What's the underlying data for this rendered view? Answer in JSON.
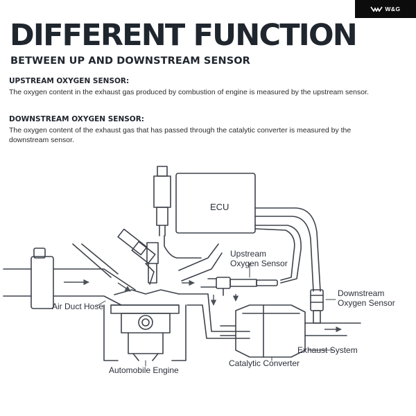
{
  "brand": {
    "logo": "W&G"
  },
  "header": {
    "title": "DIFFERENT FUNCTION",
    "subtitle": "BETWEEN UP AND DOWNSTREAM SENSOR"
  },
  "sections": [
    {
      "heading": "UPSTREAM OXYGEN SENSOR:",
      "body": "The oxygen content in the exhaust gas produced by combustion of engine is measured by the upstream sensor."
    },
    {
      "heading": "DOWNSTREAM OXYGEN SENSOR:",
      "body": "The oxygen content of the exhaust gas that has passed through the catalytic converter is measured by the downstream sensor."
    }
  ],
  "diagram": {
    "labels": {
      "ecu": "ECU",
      "upstream_line1": "Upstream",
      "upstream_line2": "Oxygen Sensor",
      "downstream_line1": "Downstream",
      "downstream_line2": "Oxygen Sensor",
      "air_duct": "Air Duct Hose",
      "exhaust_system": "Exhaust System",
      "catalytic_converter": "Catalytic Converter",
      "engine": "Automobile Engine"
    }
  }
}
